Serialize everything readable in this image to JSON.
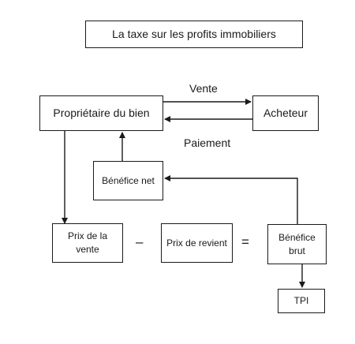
{
  "title": "La taxe sur les profits immobiliers",
  "nodes": {
    "proprietaire": "Propriétaire du bien",
    "acheteur": "Acheteur",
    "benefice_net": "Bénéfice net",
    "prix_vente": "Prix de la vente",
    "prix_revient": "Prix de revient",
    "benefice_brut": "Bénéfice brut",
    "tpi": "TPI"
  },
  "edges": {
    "vente": "Vente",
    "paiement": "Paiement"
  },
  "operators": {
    "minus": "–",
    "equals": "="
  },
  "colors": {
    "line": "#1a1a1a"
  }
}
